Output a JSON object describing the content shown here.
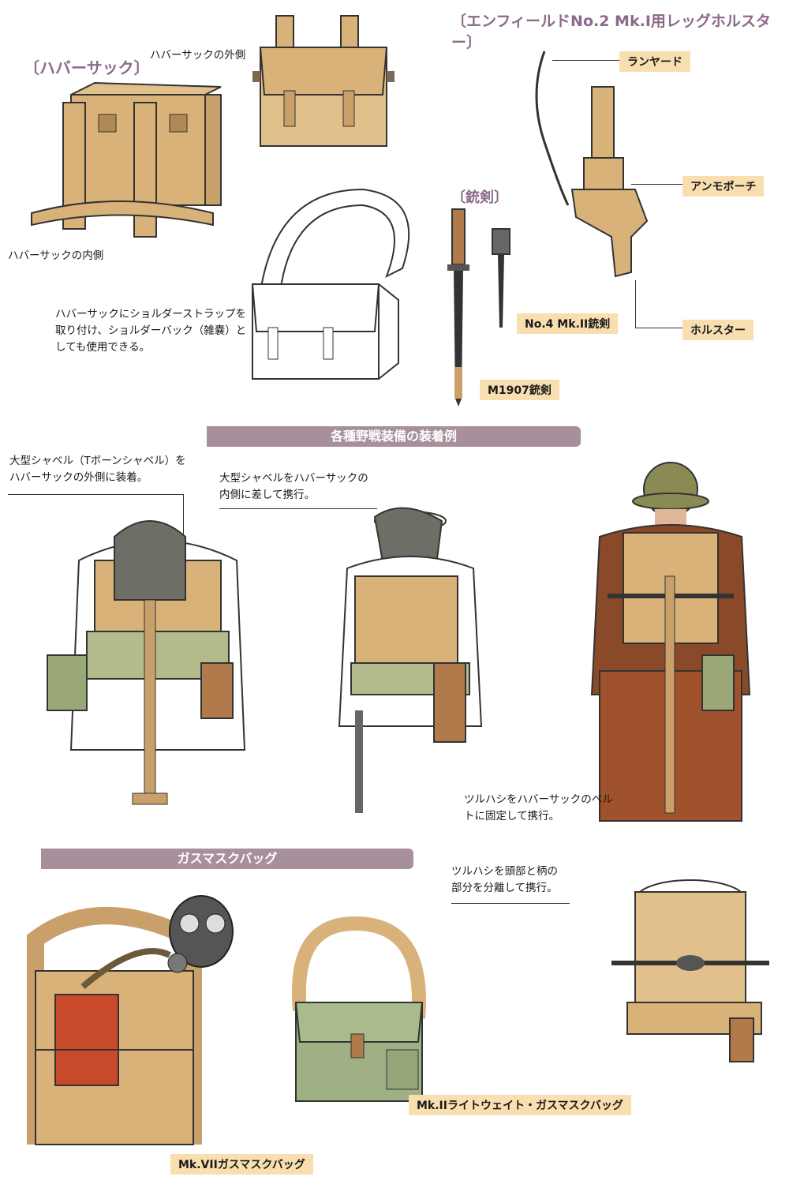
{
  "headings": {
    "haversack": "〔ハバーサック〕",
    "holster": "〔エンフィールドNo.2 Mk.I用レッグホルスター〕",
    "bayonet": "〔銃剣〕"
  },
  "captions": {
    "haversack_outside": "ハバーサックの外側",
    "haversack_inside": "ハバーサックの内側",
    "shoulder_strap_1": "ハバーサックにショルダーストラップを",
    "shoulder_strap_2": "取り付け、ショルダーバック（雑嚢）と",
    "shoulder_strap_3": "しても使用できる。",
    "shovel_outside_1": "大型シャベル（Tボーンシャベル）を",
    "shovel_outside_2": "ハバーサックの外側に装着。",
    "shovel_inside_1": "大型シャベルをハバーサックの",
    "shovel_inside_2": "内側に差して携行。",
    "pickaxe_belt_1": "ツルハシをハバーサックのベル",
    "pickaxe_belt_2": "トに固定して携行。",
    "pickaxe_split_1": "ツルハシを頭部と柄の",
    "pickaxe_split_2": "部分を分離して携行。"
  },
  "tags": {
    "lanyard": "ランヤード",
    "ammo_pouch": "アンモポーチ",
    "holster": "ホルスター",
    "no4_bayonet": "No.4 Mk.II銃剣",
    "m1907_bayonet": "M1907銃剣",
    "mk2_gasmask": "Mk.IIライトウェイト・ガスマスクバッグ",
    "mk7_gasmask": "Mk.VIIガスマスクバッグ"
  },
  "bars": {
    "field_equipment": "各種野戦装備の装着例",
    "gasmask_bag": "ガスマスクバッグ"
  },
  "colors": {
    "heading": "#8c6a8a",
    "tag_bg": "#f9dfb0",
    "bar_bg": "#a78f9c",
    "khaki": "#d9b27a",
    "olive": "#9aa878",
    "brown_jacket": "#8a4a2a"
  }
}
